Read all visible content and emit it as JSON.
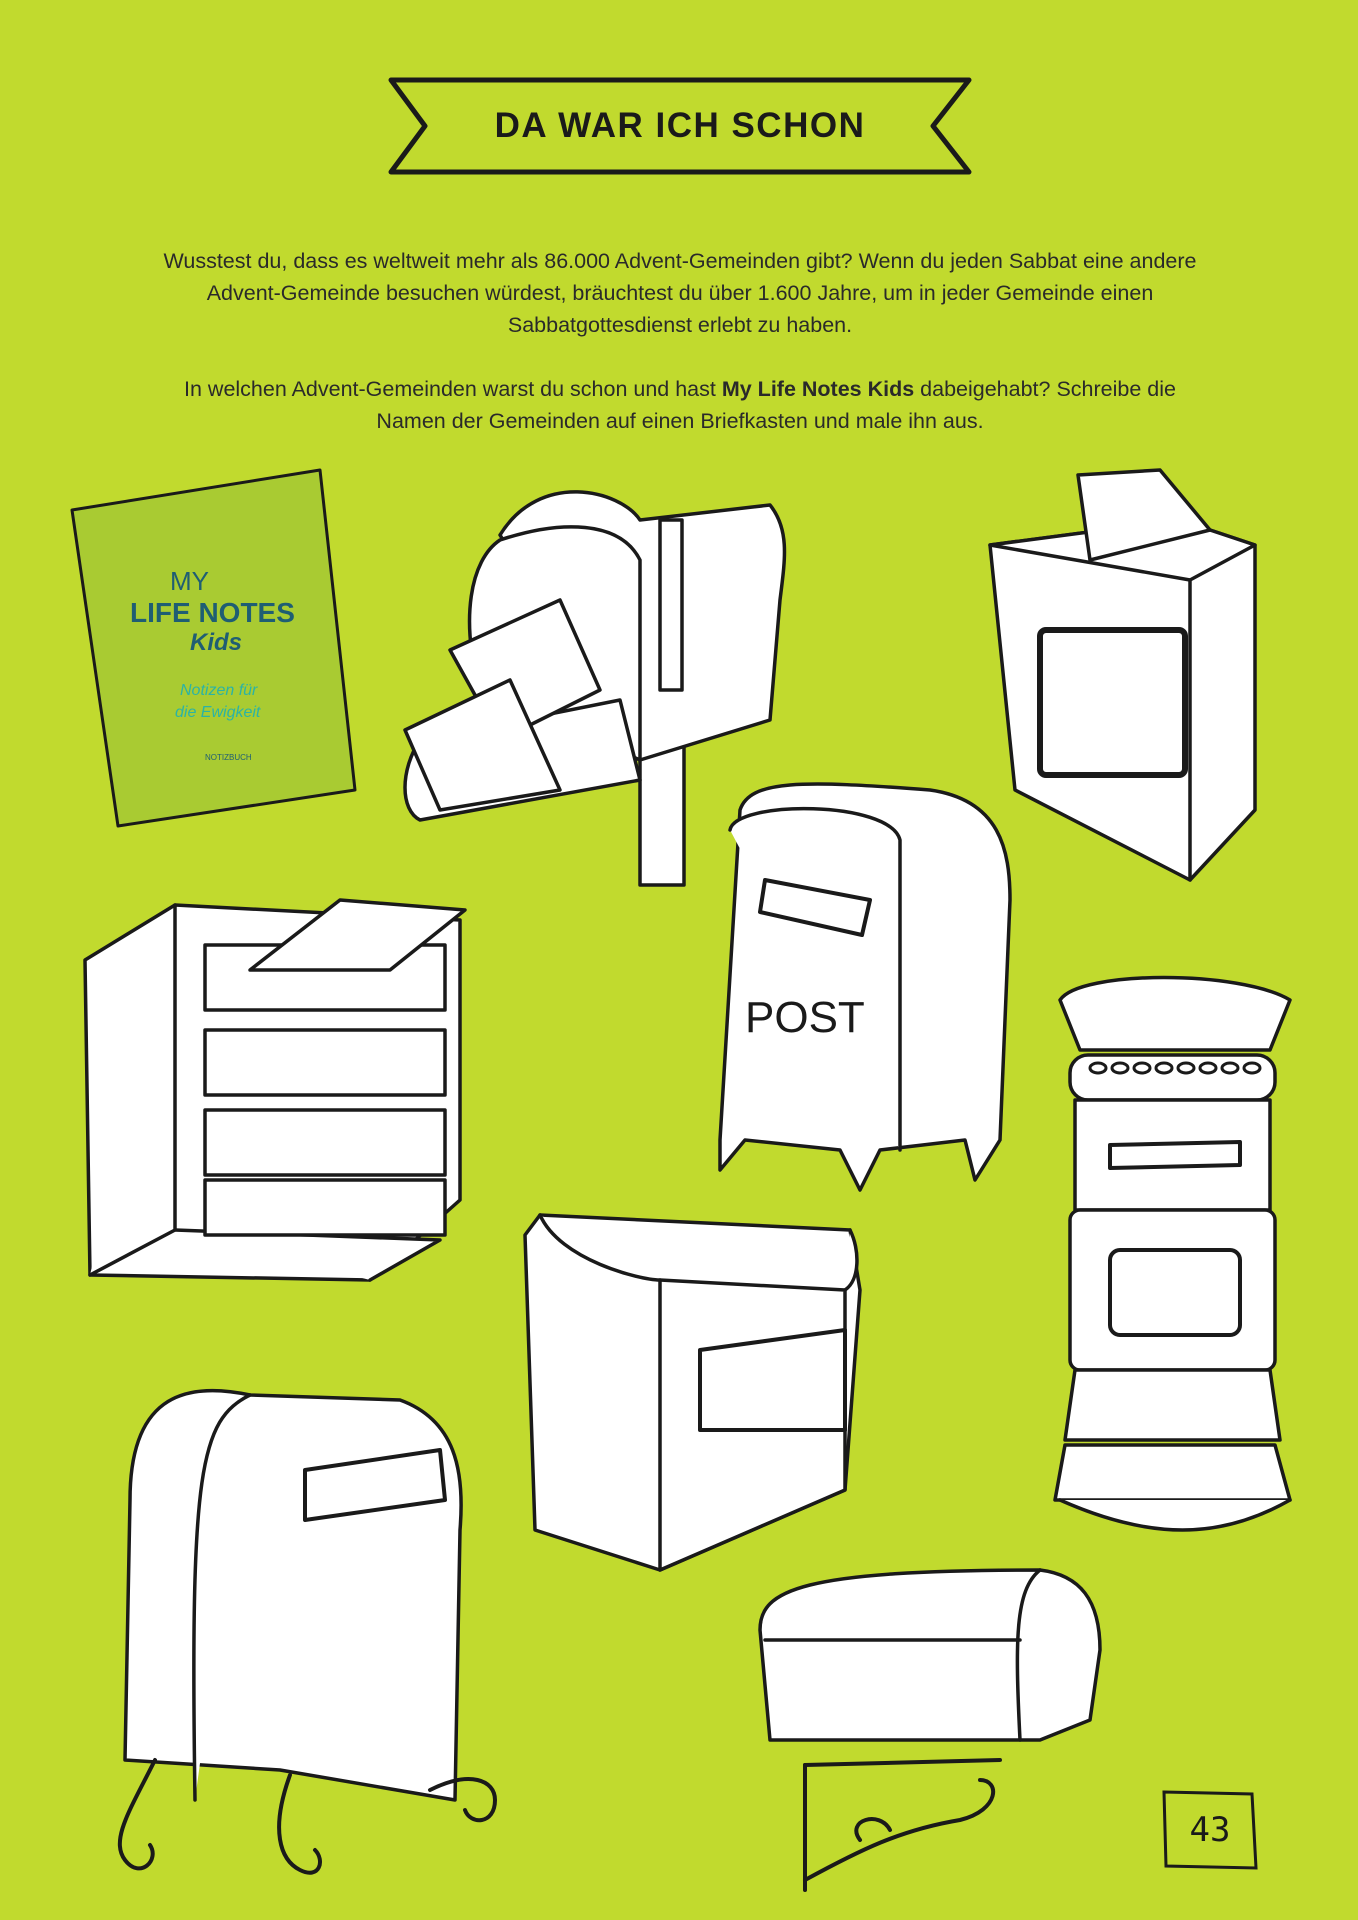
{
  "heading": "DA WAR ICH SCHON",
  "intro": {
    "para1": "Wusstest du, dass es weltweit mehr als 86.000 Advent-Gemeinden gibt? Wenn du jeden Sabbat eine andere Advent-Gemeinde besuchen würdest, bräuchtest du über 1.600 Jahre, um in jeder Gemeinde einen Sabbatgottesdienst erlebt zu haben.",
    "para2_before": "In welchen Advent-Gemeinden warst du schon und hast ",
    "para2_bold": "My Life Notes Kids",
    "para2_after": " dabeigehabt? Schreibe die Namen der Gemeinden auf einen Briefkasten und male ihn aus."
  },
  "book": {
    "line1": "MY",
    "line2": "LIFE NOTES",
    "line3": "Kids",
    "subtitle1": "Notizen für",
    "subtitle2": "die Ewigkeit",
    "label": "NOTIZBUCH",
    "cover_color": "#a9cb32",
    "text_color": "#1f5e73",
    "accent_color": "#2bb3a5"
  },
  "mailbox_post_label": "POST",
  "page_number": "43",
  "colors": {
    "background": "#c1da2e",
    "ink": "#1a1a1a"
  }
}
